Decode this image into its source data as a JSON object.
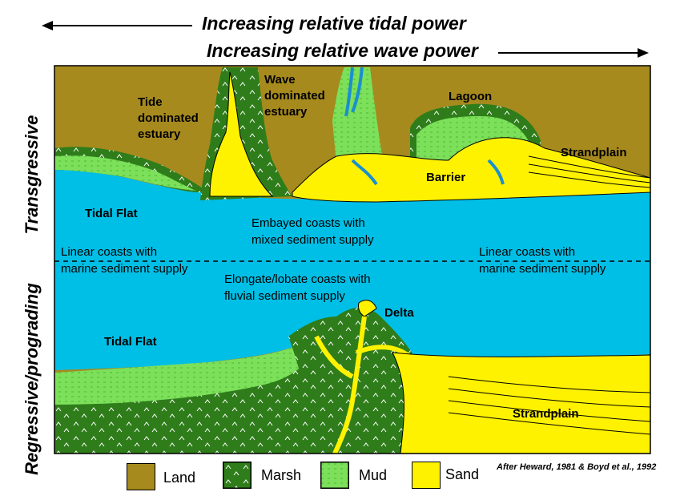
{
  "header": {
    "tidal_power": "Increasing relative tidal power",
    "wave_power": "Increasing relative wave power"
  },
  "side_labels": {
    "top": "Transgressive",
    "bottom": "Regressive/prograding"
  },
  "labels": {
    "tide_estuary": [
      "Tide",
      "dominated",
      "estuary"
    ],
    "wave_estuary": [
      "Wave",
      "dominated",
      "estuary"
    ],
    "lagoon": "Lagoon",
    "strandplain_top": "Strandplain",
    "barrier": "Barrier",
    "tidal_flat_top": "Tidal Flat",
    "embayed": [
      "Embayed coasts with",
      "mixed sediment supply"
    ],
    "linear_left": [
      "Linear coasts with",
      "marine sediment supply"
    ],
    "linear_right": [
      "Linear coasts with",
      "marine sediment supply"
    ],
    "elongate": [
      "Elongate/lobate coasts with",
      "fluvial sediment supply"
    ],
    "delta": "Delta",
    "tidal_flat_bottom": "Tidal Flat",
    "strandplain_bottom": "Strandplain"
  },
  "legend": {
    "land": "Land",
    "marsh": "Marsh",
    "mud": "Mud",
    "sand": "Sand"
  },
  "credit": "After Heward, 1981 & Boyd et al., 1992",
  "colors": {
    "land": "#A68A1E",
    "marsh": "#2E7D1A",
    "mud": "#7CE05A",
    "sand": "#FFF200",
    "water": "#00BFE6"
  }
}
